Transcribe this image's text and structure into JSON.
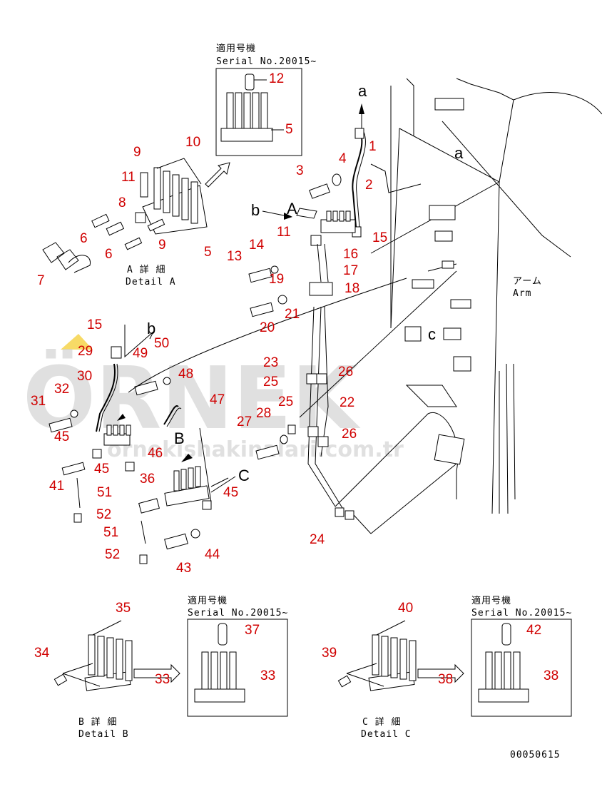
{
  "watermark": {
    "brand": "ÖRNEK",
    "site": "ornekishakinalari.com.tr",
    "color": "#c8c8c8",
    "accent": "#f2c200"
  },
  "serial_notes": {
    "header": "適用号機",
    "text": "Serial No.20015~"
  },
  "details": {
    "a": {
      "jp": "A 詳 細",
      "en": "Detail A"
    },
    "b": {
      "jp": "B 詳 細",
      "en": "Detail B"
    },
    "c": {
      "jp": "C 詳 細",
      "en": "Detail C"
    }
  },
  "arm_label": {
    "jp": "アーム",
    "en": "Arm"
  },
  "letters": {
    "a": "a",
    "b": "b",
    "c": "c",
    "A": "A",
    "B": "B",
    "C": "C"
  },
  "drawing_no": "00050615",
  "callout_color": "#d00000",
  "callouts": [
    "1",
    "2",
    "3",
    "4",
    "5",
    "6",
    "7",
    "8",
    "9",
    "10",
    "11",
    "12",
    "13",
    "14",
    "15",
    "16",
    "17",
    "18",
    "19",
    "20",
    "21",
    "22",
    "23",
    "24",
    "25",
    "26",
    "27",
    "28",
    "29",
    "30",
    "31",
    "32",
    "33",
    "34",
    "35",
    "36",
    "37",
    "38",
    "39",
    "40",
    "41",
    "42",
    "43",
    "44",
    "45",
    "46",
    "47",
    "48",
    "49",
    "50",
    "51",
    "52"
  ]
}
